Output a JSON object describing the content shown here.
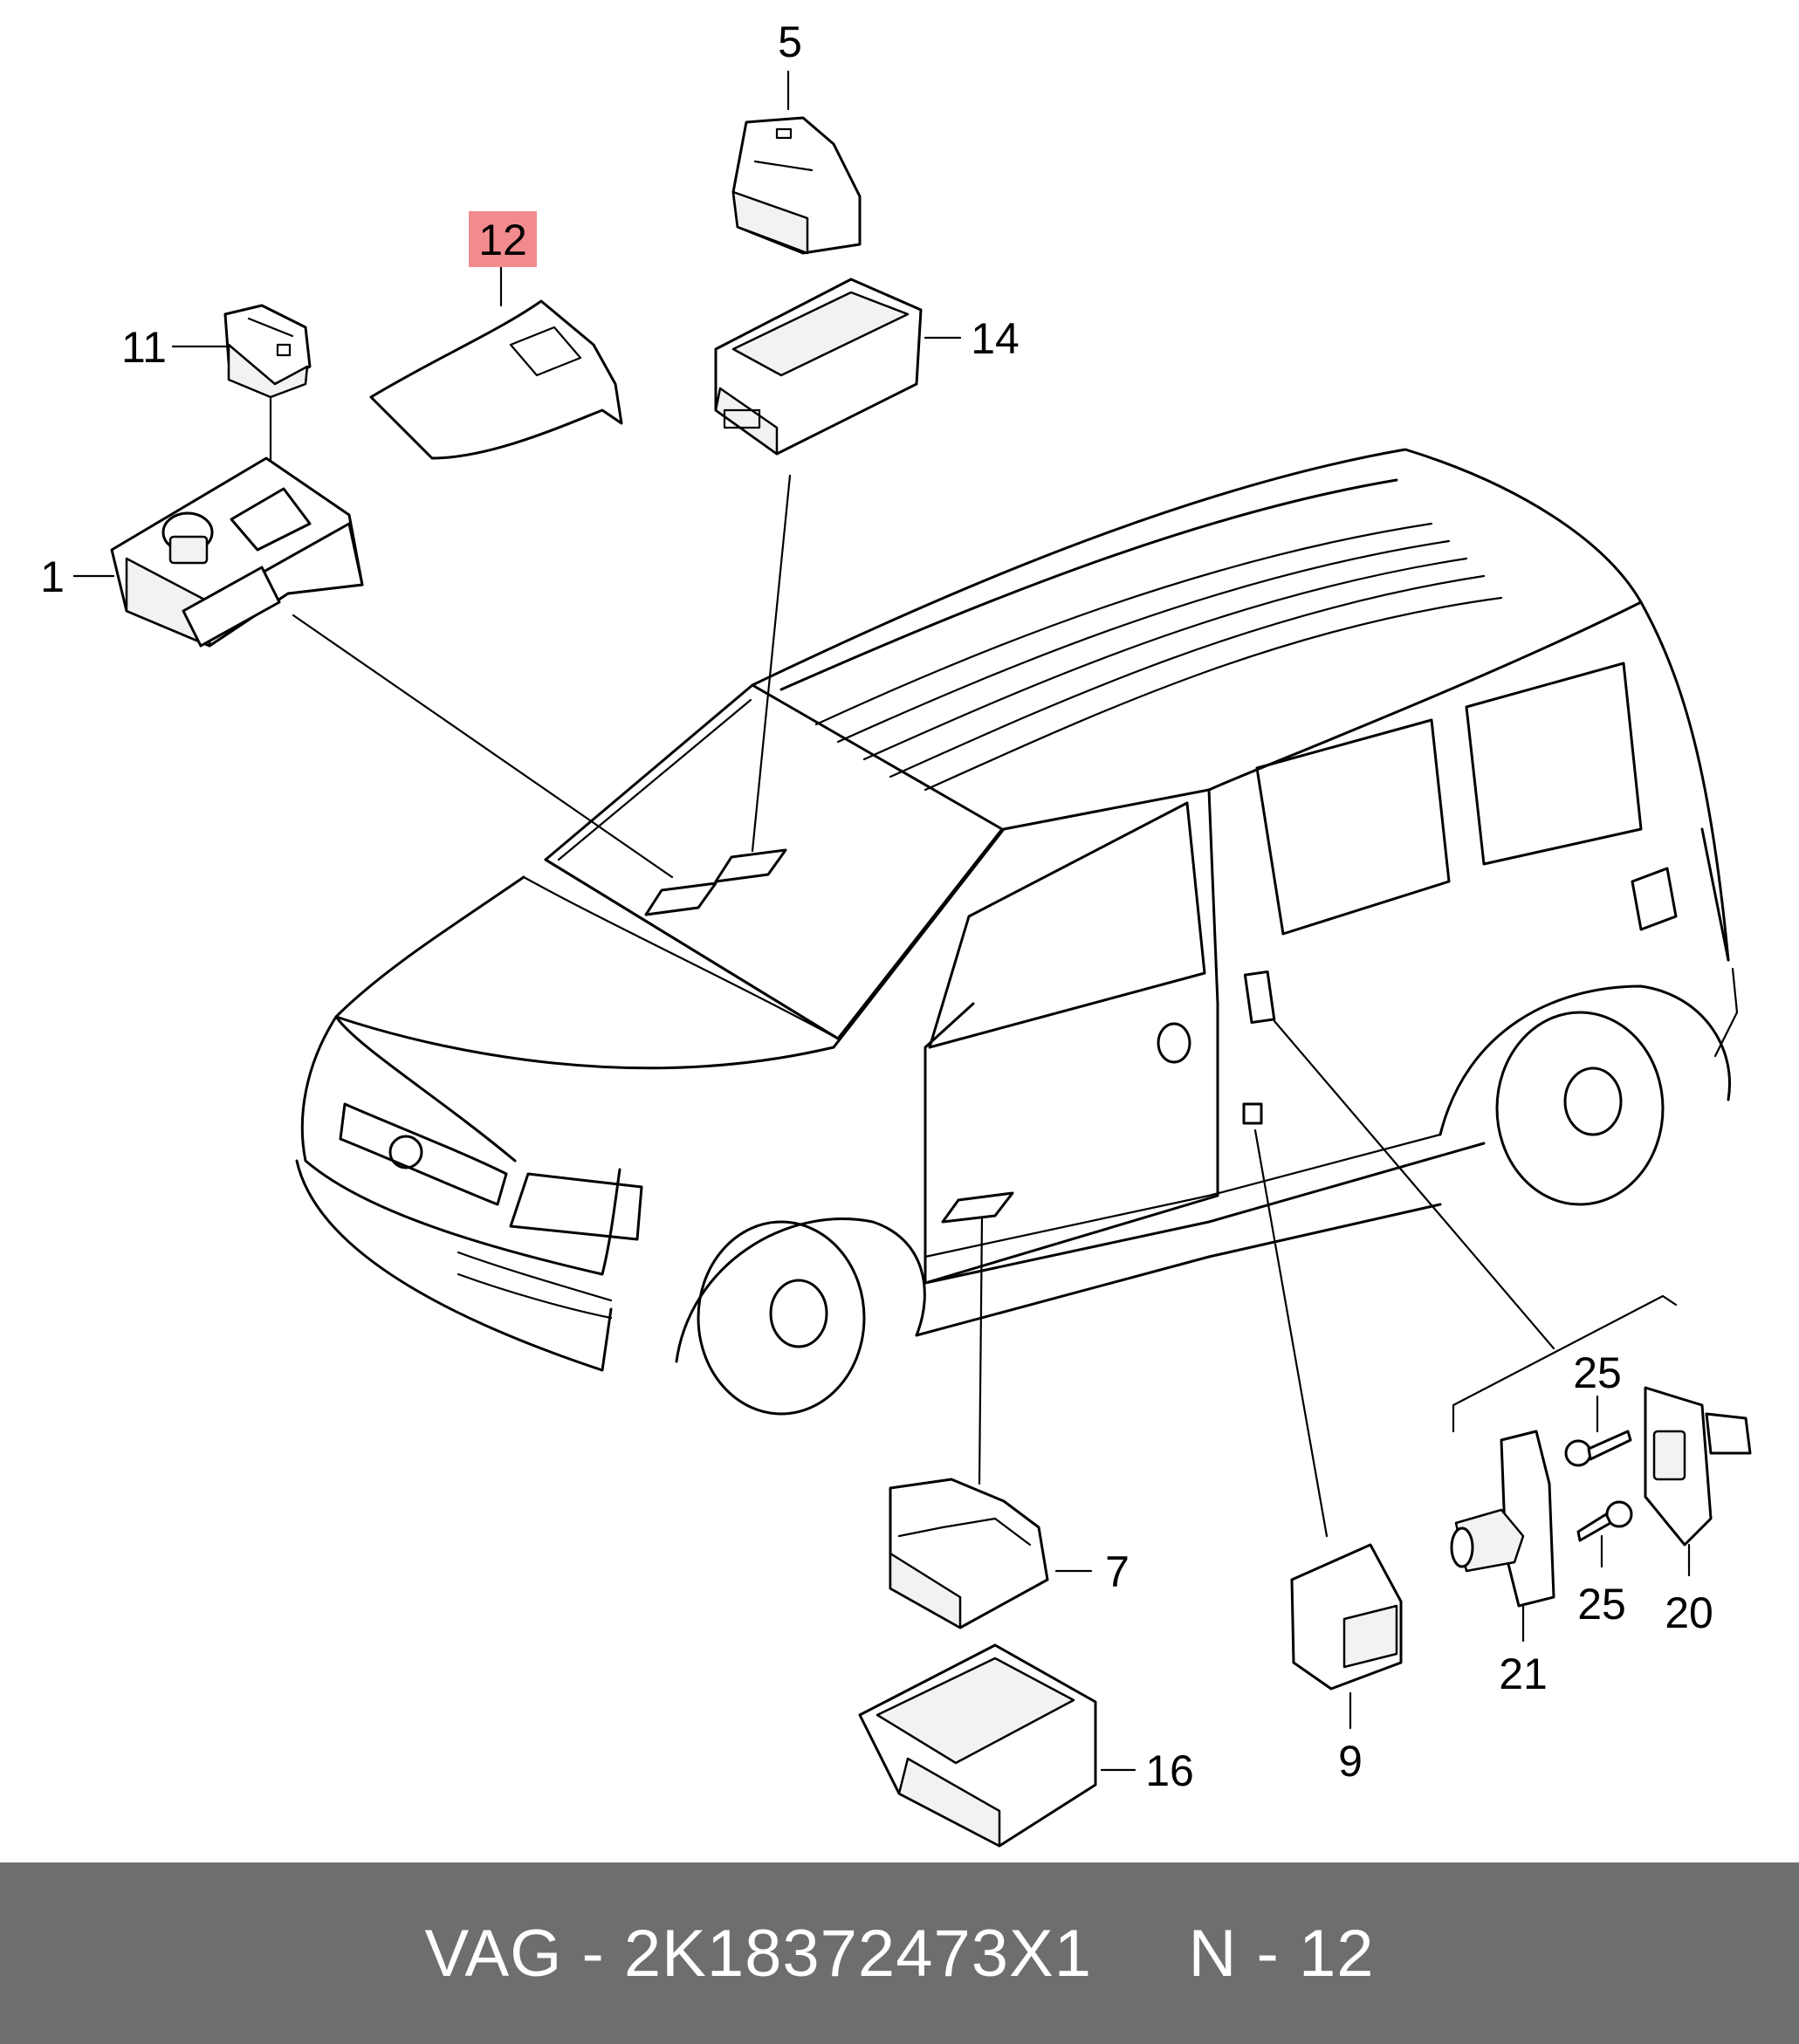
{
  "footer": {
    "text": "VAG - 2K18372473X1     N - 12"
  },
  "highlight_color": "#f28b8f",
  "footer_color": "#6d6e70",
  "callouts": [
    {
      "id": "c1",
      "label": "1"
    },
    {
      "id": "c5",
      "label": "5"
    },
    {
      "id": "c7",
      "label": "7"
    },
    {
      "id": "c9",
      "label": "9"
    },
    {
      "id": "c11",
      "label": "11"
    },
    {
      "id": "c12",
      "label": "12",
      "highlighted": true
    },
    {
      "id": "c14",
      "label": "14"
    },
    {
      "id": "c16",
      "label": "16"
    },
    {
      "id": "c20",
      "label": "20"
    },
    {
      "id": "c21",
      "label": "21"
    },
    {
      "id": "c25a",
      "label": "25"
    },
    {
      "id": "c25b",
      "label": "25"
    }
  ]
}
